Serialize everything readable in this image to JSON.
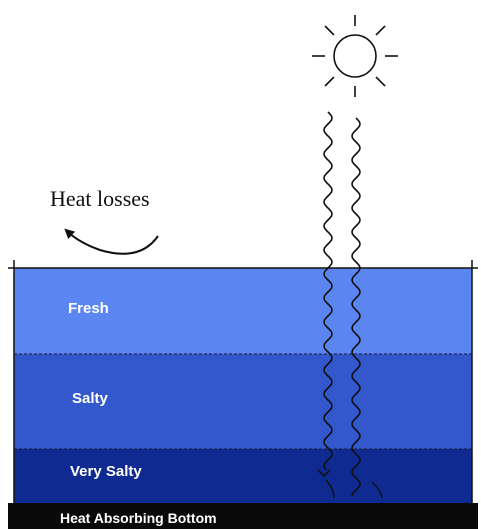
{
  "labels": {
    "heat_losses": "Heat losses",
    "fresh": "Fresh",
    "salty": "Salty",
    "very_salty": "Very Salty",
    "bottom": "Heat Absorbing Bottom"
  },
  "colors": {
    "fresh_layer": "#5b86f2",
    "salty_layer": "#3358cc",
    "very_salty_layer": "#0f2a90",
    "bottom": "#0a0a0a",
    "ink": "#111111",
    "label_text": "#ffffff"
  }
}
